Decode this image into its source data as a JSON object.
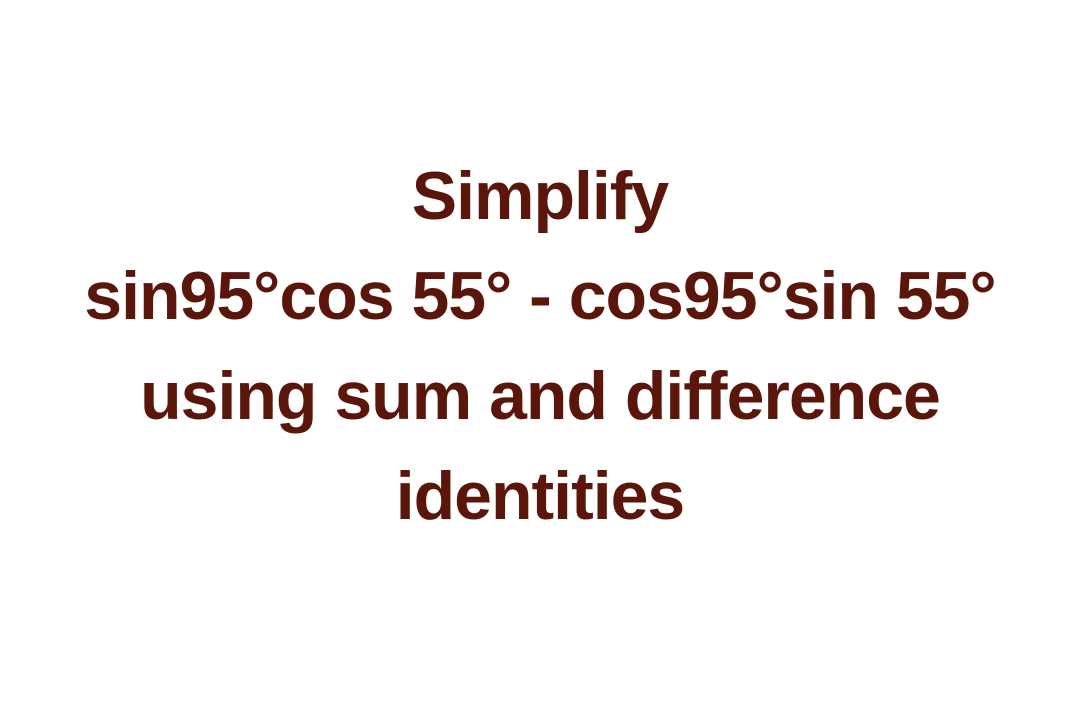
{
  "content": {
    "line1": "Simplify",
    "line2": "sin95°cos 55° - cos95°sin 55°",
    "line3": "using sum and difference",
    "line4": "identities"
  },
  "colors": {
    "text": "#5a160b",
    "background": "#ffffff"
  }
}
